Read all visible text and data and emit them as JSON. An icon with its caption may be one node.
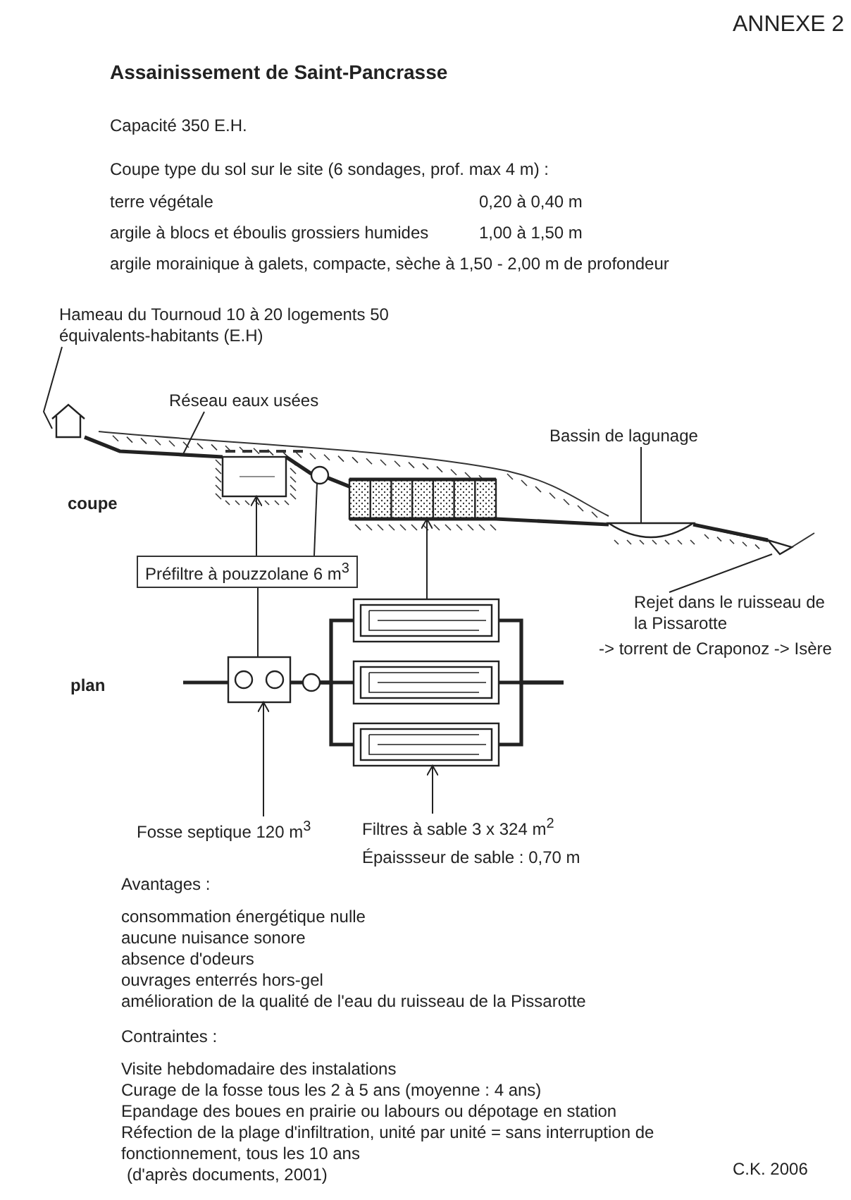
{
  "diagram": {
    "title": "Assainissement de Saint-Pancrasse",
    "nodes": [
      {
        "text": [
          "Hameau du Tournoud 10 à 20 logements 50 équivalents-habitants (E.H)"
        ]
      },
      {
        "text": [],
        "shape": "house"
      },
      {
        "text": [
          "Réseau eaux usées"
        ]
      },
      {
        "text": [],
        "shape": "box"
      },
      {
        "text": [],
        "shape": "circle"
      },
      {
        "text": [],
        "shape": "box"
      },
      {
        "text": [
          "Bassin de lagunage"
        ]
      },
      {
        "text": [],
        "shape": "basin"
      },
      {
        "text": [],
        "shape": "channel"
      },
      {
        "text": [
          "Rejet dans le ruisseau de la Pissarotte",
          "-> torrent de Craponoz -> Isère"
        ]
      },
      {
        "text": [
          "Préfiltre à pouzzolane 6 m$^{3}$"
        ]
      },
      {
        "text": [],
        "shape": "box"
      },
      {
        "text": [],
        "shape": "circle"
      },
      {
        "text": [],
        "shape": "box"
      },
      {
        "text": [],
        "shape": "box"
      },
      {
        "text": [],
        "shape": "box"
      },
      {
        "text": [
          "Fosse septique 120 m$^{3}$"
        ]
      },
      {
        "text": [
          "Filtres à sable 3 x 324 m$^{2}$",
          "Épaissseur de sable : 0,70 m"
        ]
      }
    ],
    "edges": [
      {
        "from": 0,
        "to": 1,
        "arrow": "none"
      },
      {
        "from": 2,
        "to": null,
        "arrow": "none"
      },
      {
        "from": 1,
        "to": 3,
        "arrow": "none"
      },
      {
        "from": 3,
        "to": 4,
        "arrow": "none"
      },
      {
        "from": 4,
        "to": 5,
        "arrow": "none"
      },
      {
        "from": 5,
        "to": 7,
        "arrow": "none"
      },
      {
        "from": 7,
        "to": 8,
        "arrow": "none"
      },
      {
        "from": 6,
        "to": 7,
        "arrow": "none"
      },
      {
        "from": 9,
        "to": 8,
        "arrow": "none"
      },
      {
        "from": 10,
        "to": 3,
        "arrow": "to"
      },
      {
        "from": 10,
        "to": 4,
        "arrow": "none"
      },
      {
        "from": 10,
        "to": 11,
        "arrow": "none"
      },
      {
        "from": 13,
        "to": 5,
        "arrow": "to"
      },
      {
        "from": null,
        "to": 11,
        "arrow": "none"
      },
      {
        "from": 11,
        "to": 12,
        "arrow": "none"
      },
      {
        "from": 12,
        "to": 13,
        "arrow": "none"
      },
      {
        "from": 12,
        "to": 14,
        "arrow": "none"
      },
      {
        "from": 12,
        "to": 15,
        "arrow": "none"
      },
      {
        "from": 13,
        "to": null,
        "arrow": "none"
      },
      {
        "from": 14,
        "to": null,
        "arrow": "none"
      },
      {
        "from": 15,
        "to": null,
        "arrow": "none"
      },
      {
        "from": 16,
        "to": 11,
        "arrow": "to"
      },
      {
        "from": 17,
        "to": 15,
        "arrow": "to"
      }
    ],
    "labels": [
      "ANNEXE 2",
      "Capacité 350 E.H.",
      "Coupe type du sol sur le site (6 sondages, prof. max 4 m) :",
      "terre végétale",
      "0,20 à 0,40 m",
      "argile à blocs et éboulis grossiers humides",
      "1,00 à 1,50 m",
      "argile morainique à galets, compacte, sèche à 1,50 - 2,00 m de profondeur",
      "coupe",
      "plan",
      "Avantages :",
      "consommation énergétique nulle",
      "aucune nuisance sonore",
      "absence d'odeurs",
      "ouvrages enterrés hors-gel",
      "amélioration de la qualité de l'eau du ruisseau de la Pissarotte",
      "Contraintes :",
      "Visite hebdomadaire des instalations",
      "Curage de la fosse tous les 2 à 5 ans (moyenne : 4 ans)",
      "Epandage des boues en prairie ou labours ou dépotage en station",
      "Réfection de la plage d'infiltration, unité par unité = sans interruption de fonctionnement, tous les 10 ans",
      "(d'après documents, 2001)",
      "C.K. 2006"
    ]
  }
}
